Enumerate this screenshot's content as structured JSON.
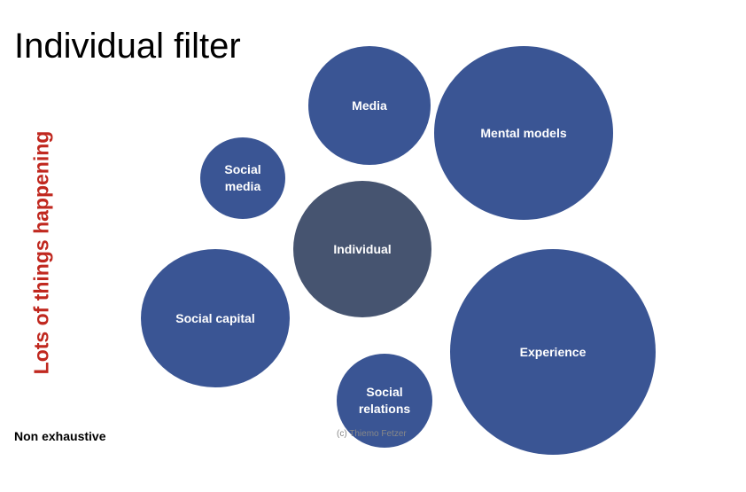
{
  "title": "Individual filter",
  "side_label": "Lots of things happening",
  "note": "Non exhaustive",
  "copyright": "(c) Thiemo Fetzer",
  "colors": {
    "bubble": "#3a5594",
    "center": "#465470",
    "side_label": "#c0281f"
  },
  "bubbles": {
    "media": "Media",
    "mental_models": "Mental models",
    "social_media": "Social media",
    "individual": "Individual",
    "social_capital": "Social capital",
    "experience": "Experience",
    "social_relations": "Social relations"
  }
}
